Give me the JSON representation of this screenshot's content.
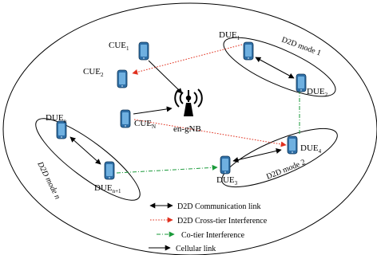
{
  "nodes": {
    "cue1": {
      "base": "CUE",
      "sub": "1"
    },
    "cue2": {
      "base": "CUE",
      "sub": "2"
    },
    "cuen": {
      "base": "CUE",
      "sub": "N"
    },
    "bs": "en-gNB",
    "due1": {
      "base": "DUE",
      "sub": "1"
    },
    "due2": {
      "base": "DUE",
      "sub": "2"
    },
    "due3": {
      "base": "DUE",
      "sub": "3"
    },
    "due4": {
      "base": "DUE",
      "sub": "4"
    },
    "duen": {
      "base": "DUE",
      "sub": "n"
    },
    "duen1": {
      "base": "DUE",
      "sub": "n+1"
    }
  },
  "modes": {
    "mode1": "D2D mode 1",
    "mode2": "D2D mode 2",
    "moden": "D2D mode n"
  },
  "legend": [
    {
      "label": "D2D Communication link",
      "style": "double-arrow",
      "color": "#000000"
    },
    {
      "label": "D2D Cross-tier Interference",
      "style": "red-dotted",
      "color": "#e0301e"
    },
    {
      "label": "Co-tier Interference",
      "style": "green-dashdot",
      "color": "#1a9a3a"
    },
    {
      "label": "Cellular link",
      "style": "arrow",
      "color": "#000000"
    }
  ],
  "colors": {
    "red": "#e0301e",
    "green": "#1a9a3a",
    "phone_body": "#2f6fa6",
    "phone_screen": "#6fb0e0"
  }
}
